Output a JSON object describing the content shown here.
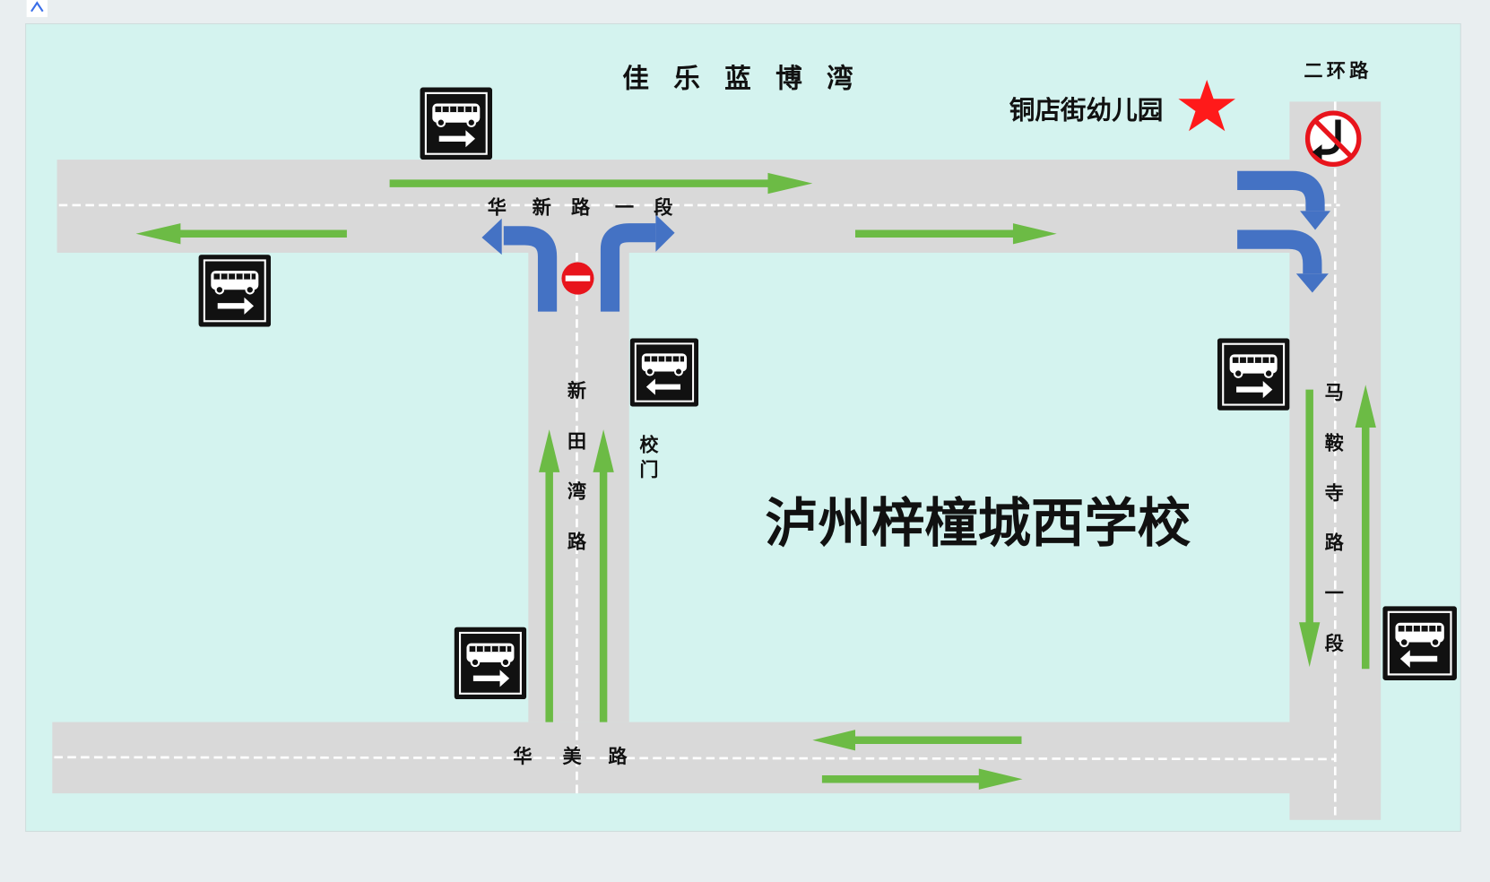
{
  "app_icon": "app-logo-icon",
  "labels": {
    "jiale": "佳 乐 蓝 博 湾",
    "kindergarten": "铜店街幼儿园",
    "erhuan": "二环路",
    "huaxin": [
      "华",
      "新",
      "路",
      "一",
      "段"
    ],
    "xintianwan": [
      "新",
      "田",
      "湾",
      "路"
    ],
    "school_gate": [
      "校",
      "门"
    ],
    "school": "泸州梓橦城西学校",
    "maansi": [
      "马",
      "鞍",
      "寺",
      "路",
      "一",
      "段"
    ],
    "huamei": [
      "华",
      "美",
      "路"
    ]
  },
  "icons": {
    "bus_stop": "bus-stop-sign-icon",
    "no_entry": "no-entry-icon",
    "no_u_turn": "no-u-turn-icon",
    "star": "star-icon"
  },
  "colors": {
    "background": "#d4f3ef",
    "road": "#d9d9d9",
    "green_arrow": "#6cbb45",
    "blue_arrow": "#4472c4",
    "star": "#ff1a1a"
  }
}
